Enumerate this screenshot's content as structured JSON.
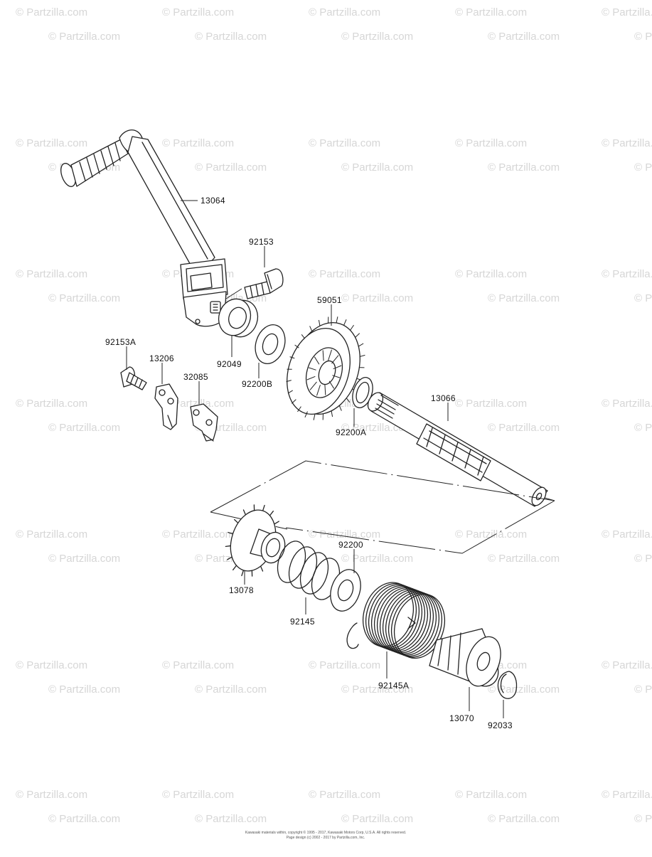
{
  "watermark": "© Partzilla.com",
  "copyright": [
    "Kawasaki materials within, copyright © 1995 - 2017, Kawasaki Motors Corp, U.S.A. All rights reserved.",
    "Page design (c) 2002 - 2017 by Partzilla.com, Inc."
  ],
  "parts": {
    "p13064": "13064",
    "p92153": "92153",
    "p92049": "92049",
    "p92200B": "92200B",
    "p59051": "59051",
    "p92153A": "92153A",
    "p13206": "13206",
    "p32085": "32085",
    "p92200A": "92200A",
    "p13066": "13066",
    "p13078": "13078",
    "p92200": "92200",
    "p92145": "92145",
    "p92145A": "92145A",
    "p13070": "13070",
    "p92033": "92033"
  }
}
